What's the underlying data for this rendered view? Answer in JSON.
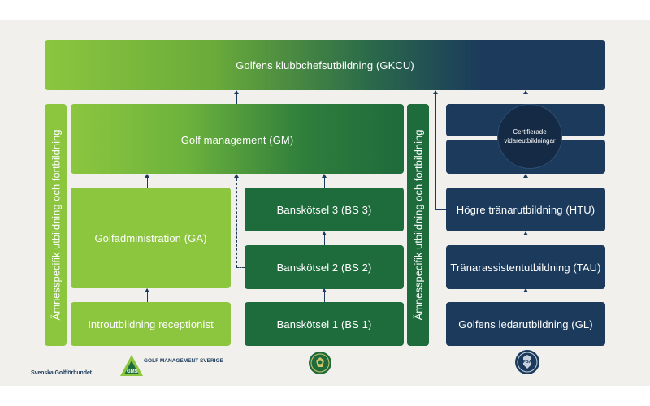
{
  "diagram": {
    "top": {
      "gkcu": "Golfens klubbchefsutbildning (GKCU)"
    },
    "left_sidebar": "Ämnesspecifik utbildning och fortbildning",
    "middle_sidebar": "Ämnesspecifik utbildning och fortbildning",
    "gm": "Golf management (GM)",
    "ga": "Golfadministration (GA)",
    "intro": "Introutbildning receptionist",
    "bs3": "Banskötsel 3 (BS 3)",
    "bs2": "Banskötsel 2 (BS 2)",
    "bs1": "Banskötsel 1 (BS 1)",
    "certified": "Certifierade vidareutbildningar",
    "htu": "Högre tränarutbildning (HTU)",
    "tau": "Tränarassistentutbildning (TAU)",
    "gl": "Golfens ledarutbildning (GL)"
  },
  "footer": {
    "federation": "Svenska Golfförbundet.",
    "gms_logo_text": "GOLF MANAGEMENT SVERIGE",
    "gms_letters": "GMS",
    "pga_logo_text": "PGA"
  },
  "colors": {
    "light_green": "#8cc63f",
    "dark_green": "#1e6b3c",
    "navy": "#1b3a5c",
    "background": "#f2f0ec"
  }
}
